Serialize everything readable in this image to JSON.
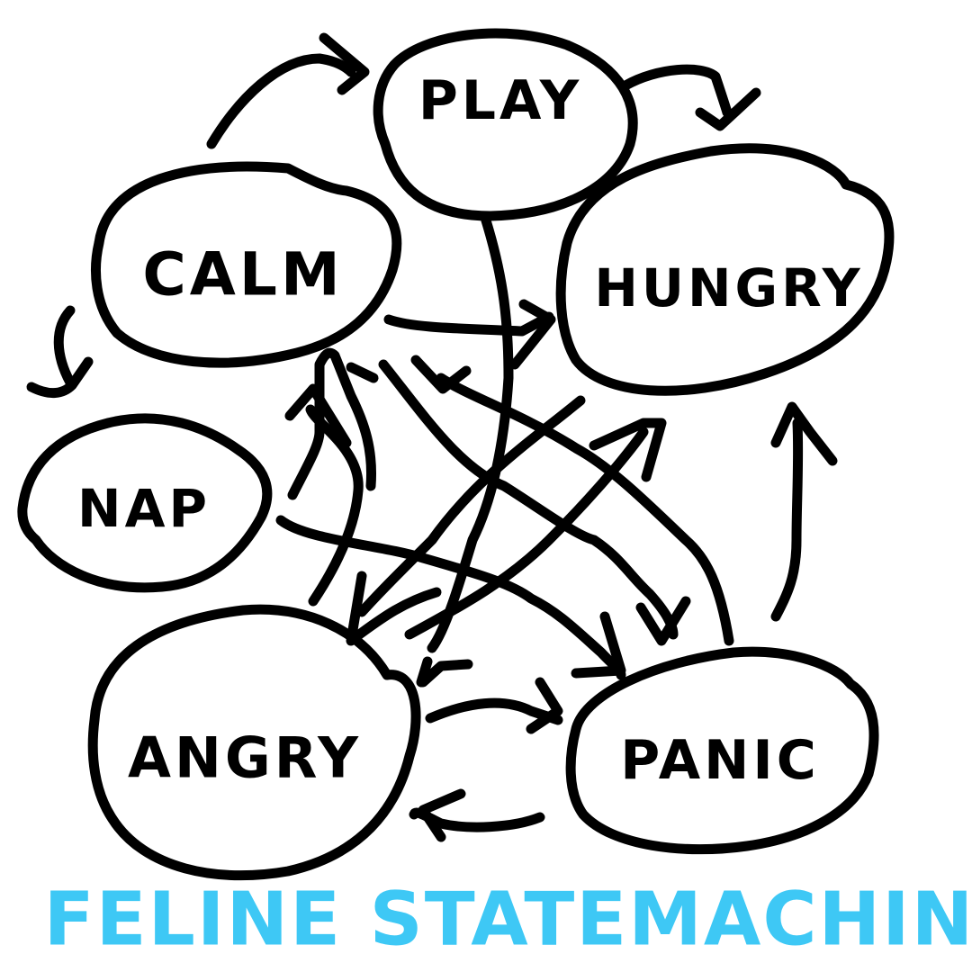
{
  "title": "FELINE STATEMACHINE",
  "colors": {
    "ink": "#000000",
    "title": "#3ec8f5",
    "background": "#ffffff"
  },
  "states": [
    {
      "id": "play",
      "label": "PLAY"
    },
    {
      "id": "calm",
      "label": "CALM"
    },
    {
      "id": "hungry",
      "label": "HUNGRY"
    },
    {
      "id": "nap",
      "label": "NAP"
    },
    {
      "id": "angry",
      "label": "ANGRY"
    },
    {
      "id": "panic",
      "label": "PANIC"
    }
  ],
  "transitions": [
    {
      "from": "calm",
      "to": "play"
    },
    {
      "from": "play",
      "to": "hungry"
    },
    {
      "from": "calm",
      "to": "nap"
    },
    {
      "from": "play",
      "to": "angry"
    },
    {
      "from": "calm",
      "to": "hungry"
    },
    {
      "from": "calm",
      "to": "panic"
    },
    {
      "from": "nap",
      "to": "panic"
    },
    {
      "from": "angry",
      "to": "calm"
    },
    {
      "from": "panic",
      "to": "calm"
    },
    {
      "from": "hungry",
      "to": "angry"
    },
    {
      "from": "angry",
      "to": "hungry"
    },
    {
      "from": "angry",
      "to": "panic"
    },
    {
      "from": "panic",
      "to": "angry"
    },
    {
      "from": "panic",
      "to": "hungry"
    }
  ]
}
